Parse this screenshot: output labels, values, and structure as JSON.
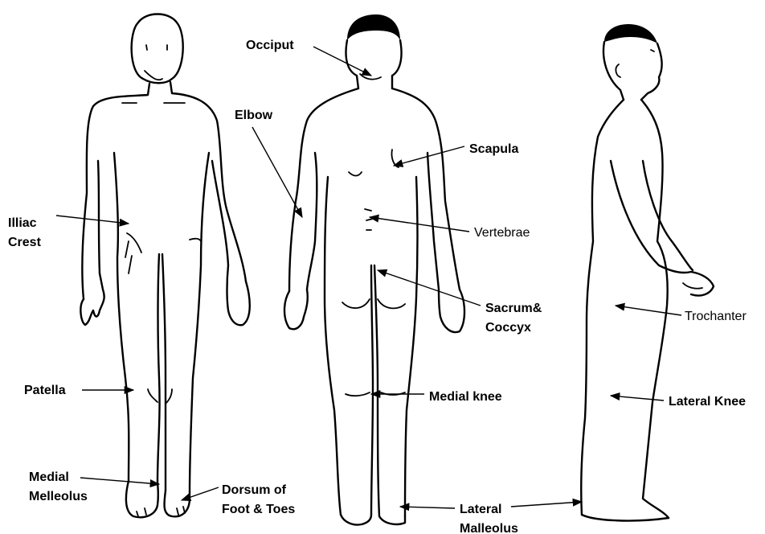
{
  "labels": {
    "illiac_crest_1": "Illiac",
    "illiac_crest_2": "Crest",
    "patella": "Patella",
    "medial_melleolus_1": "Medial",
    "medial_melleolus_2": "Melleolus",
    "dorsum_1": "Dorsum of",
    "dorsum_2": "Foot & Toes",
    "occiput": "Occiput",
    "elbow": "Elbow",
    "scapula": "Scapula",
    "vertebrae": "Vertebrae",
    "sacrum_1": "Sacrum&",
    "sacrum_2": "Coccyx",
    "medial_knee": "Medial knee",
    "lateral_malleolus_1": "Lateral",
    "lateral_malleolus_2": "Malleolus",
    "trochanter": "Trochanter",
    "lateral_knee": "Lateral Knee"
  }
}
